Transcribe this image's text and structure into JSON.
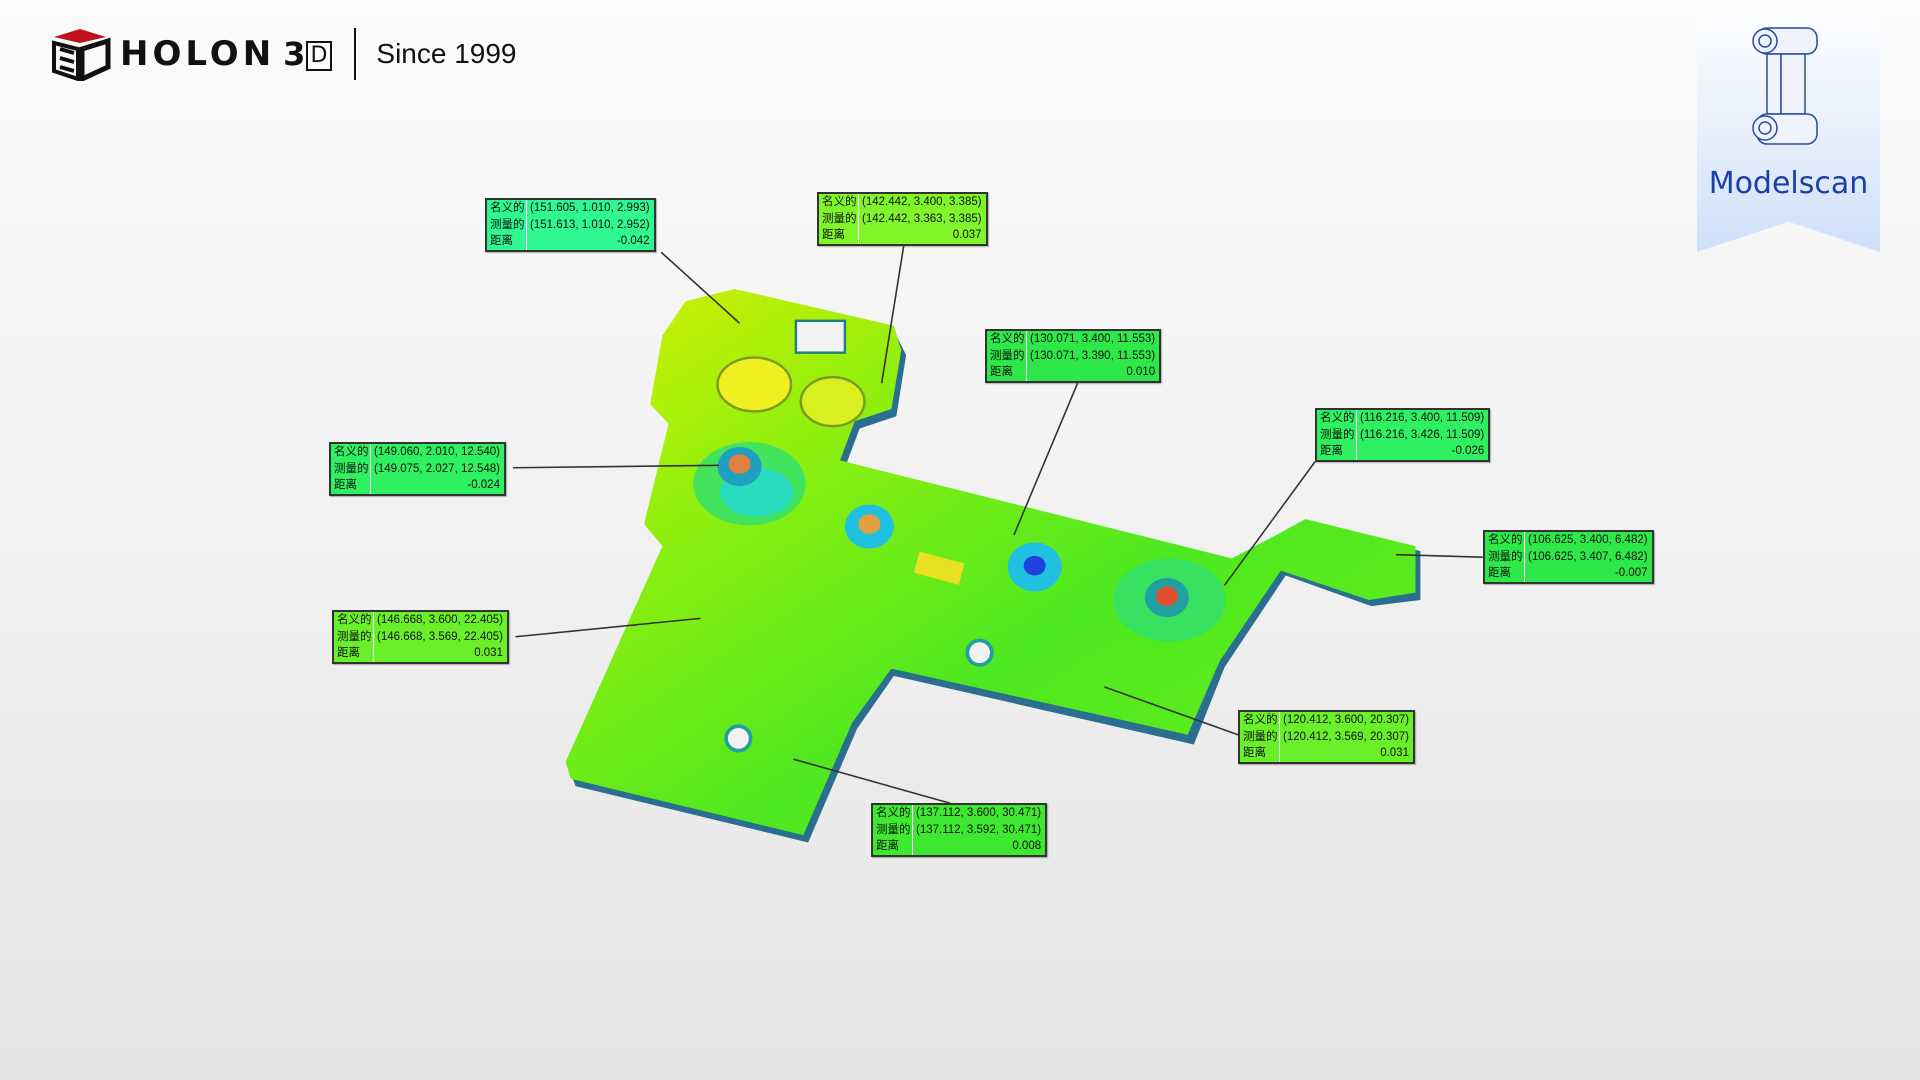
{
  "brand": {
    "name": "HOLON",
    "suffix_3": "3",
    "suffix_d": "D",
    "tagline": "Since 1999"
  },
  "product_badge": {
    "label": "Modelscan",
    "icon": "handheld-3d-scanner"
  },
  "colors": {
    "accent": "#1a3fa8",
    "logo_red": "#c0101a"
  },
  "row_labels": {
    "nominal": "名义的",
    "measured": "测量的",
    "distance": "距离"
  },
  "annotations": [
    {
      "nominal": "(151.605, 1.010, 2.993)",
      "measured": "(151.613, 1.010, 2.952)",
      "distance": "-0.042",
      "color": "#2ef88f"
    },
    {
      "nominal": "(142.442, 3.400, 3.385)",
      "measured": "(142.442, 3.363, 3.385)",
      "distance": "0.037",
      "color": "#80f52a"
    },
    {
      "nominal": "(130.071, 3.400, 11.553)",
      "measured": "(130.071, 3.390, 11.553)",
      "distance": "0.010",
      "color": "#2ee84a"
    },
    {
      "nominal": "(116.216, 3.400, 11.509)",
      "measured": "(116.216, 3.426, 11.509)",
      "distance": "-0.026",
      "color": "#2ef060"
    },
    {
      "nominal": "(106.625, 3.400, 6.482)",
      "measured": "(106.625, 3.407, 6.482)",
      "distance": "-0.007",
      "color": "#2ee84a"
    },
    {
      "nominal": "(149.060, 2.010, 12.540)",
      "measured": "(149.075, 2.027, 12.548)",
      "distance": "-0.024",
      "color": "#2ef060"
    },
    {
      "nominal": "(146.668, 3.600, 22.405)",
      "measured": "(146.668, 3.569, 22.405)",
      "distance": "0.031",
      "color": "#6af02a"
    },
    {
      "nominal": "(120.412, 3.600, 20.307)",
      "measured": "(120.412, 3.569, 20.307)",
      "distance": "0.031",
      "color": "#6af02a"
    },
    {
      "nominal": "(137.112, 3.600, 30.471)",
      "measured": "(137.112, 3.592, 30.471)",
      "distance": "0.008",
      "color": "#3ee830"
    }
  ]
}
